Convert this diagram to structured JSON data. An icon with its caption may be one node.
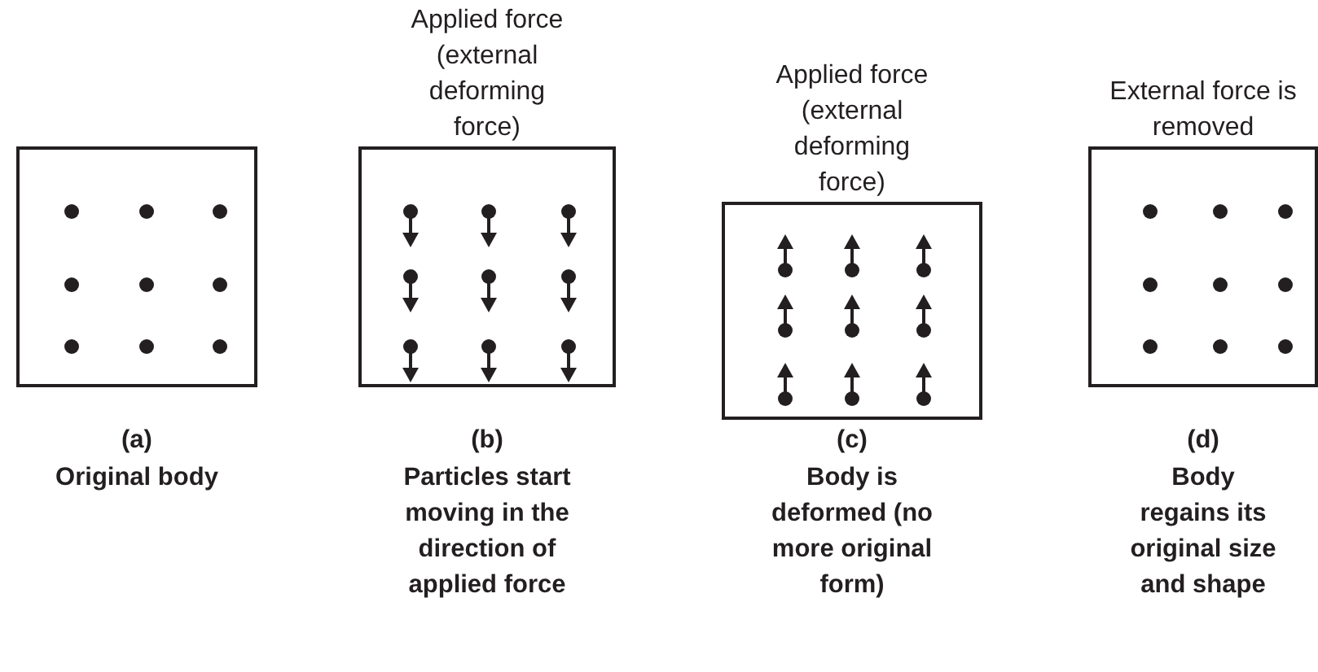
{
  "diagram": {
    "nodes": [
      {
        "text": [],
        "shape": "box",
        "beside": [
          "(a)",
          "Original body"
        ]
      },
      {
        "text": [
          "Applied force (external deforming force)"
        ],
        "beside": [
          "(b)",
          "Particles start moving in the direction of applied force"
        ]
      },
      {
        "text": [
          "Applied force (external deforming force)"
        ],
        "beside": [
          "(c)",
          "Body is deformed (no more original form)"
        ]
      },
      {
        "text": [
          "External force is removed"
        ],
        "beside": [
          "(d)",
          "Body regains its original size and shape"
        ]
      }
    ]
  }
}
